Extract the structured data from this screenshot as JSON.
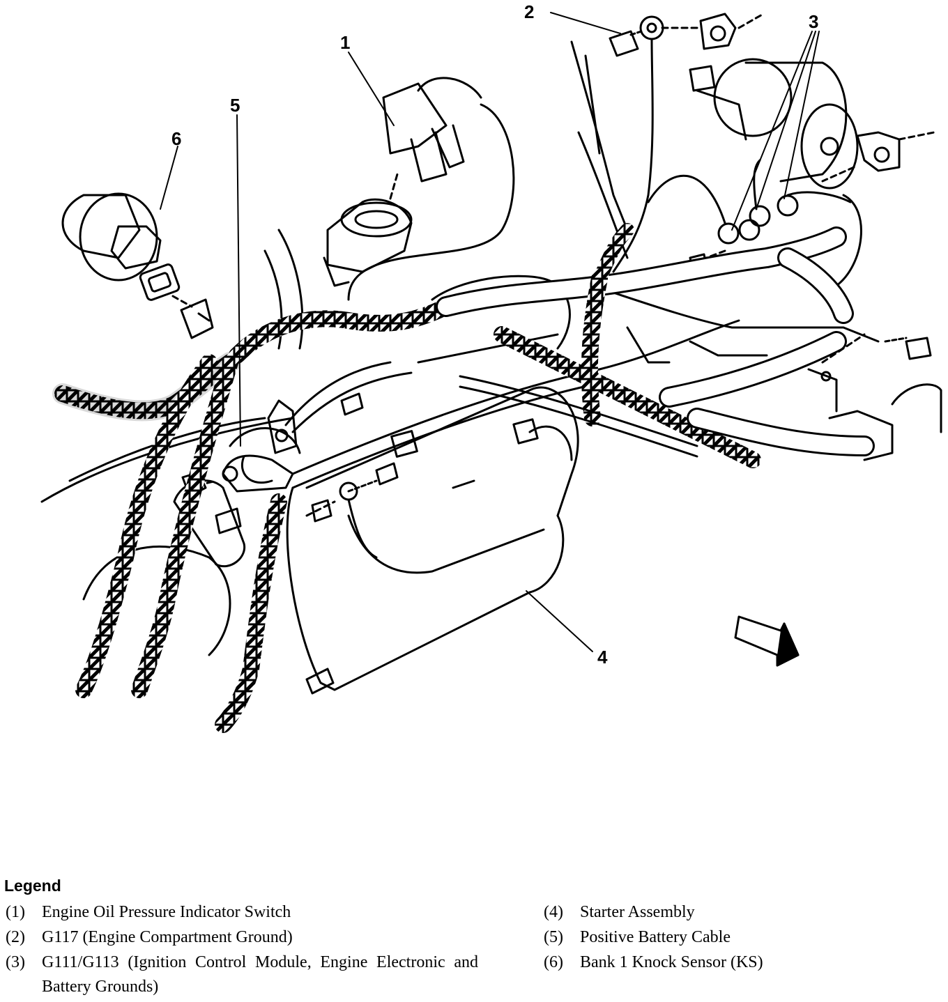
{
  "diagram": {
    "callouts": [
      {
        "id": "1",
        "label": "1"
      },
      {
        "id": "2",
        "label": "2"
      },
      {
        "id": "3",
        "label": "3"
      },
      {
        "id": "4",
        "label": "4"
      },
      {
        "id": "5",
        "label": "5"
      },
      {
        "id": "6",
        "label": "6"
      }
    ]
  },
  "legend": {
    "title": "Legend",
    "items": [
      {
        "num": "(1)",
        "text": "Engine Oil Pressure Indicator Switch"
      },
      {
        "num": "(2)",
        "text": "G117 (Engine Compartment Ground)"
      },
      {
        "num": "(3)",
        "text": "G111/G113 (Ignition Control Module, Engine Electronic and Battery Grounds)"
      },
      {
        "num": "(4)",
        "text": "Starter Assembly"
      },
      {
        "num": "(5)",
        "text": "Positive Battery Cable"
      },
      {
        "num": "(6)",
        "text": "Bank 1 Knock Sensor (KS)"
      }
    ]
  },
  "colors": {
    "ink": "#000000",
    "paper": "#ffffff"
  }
}
